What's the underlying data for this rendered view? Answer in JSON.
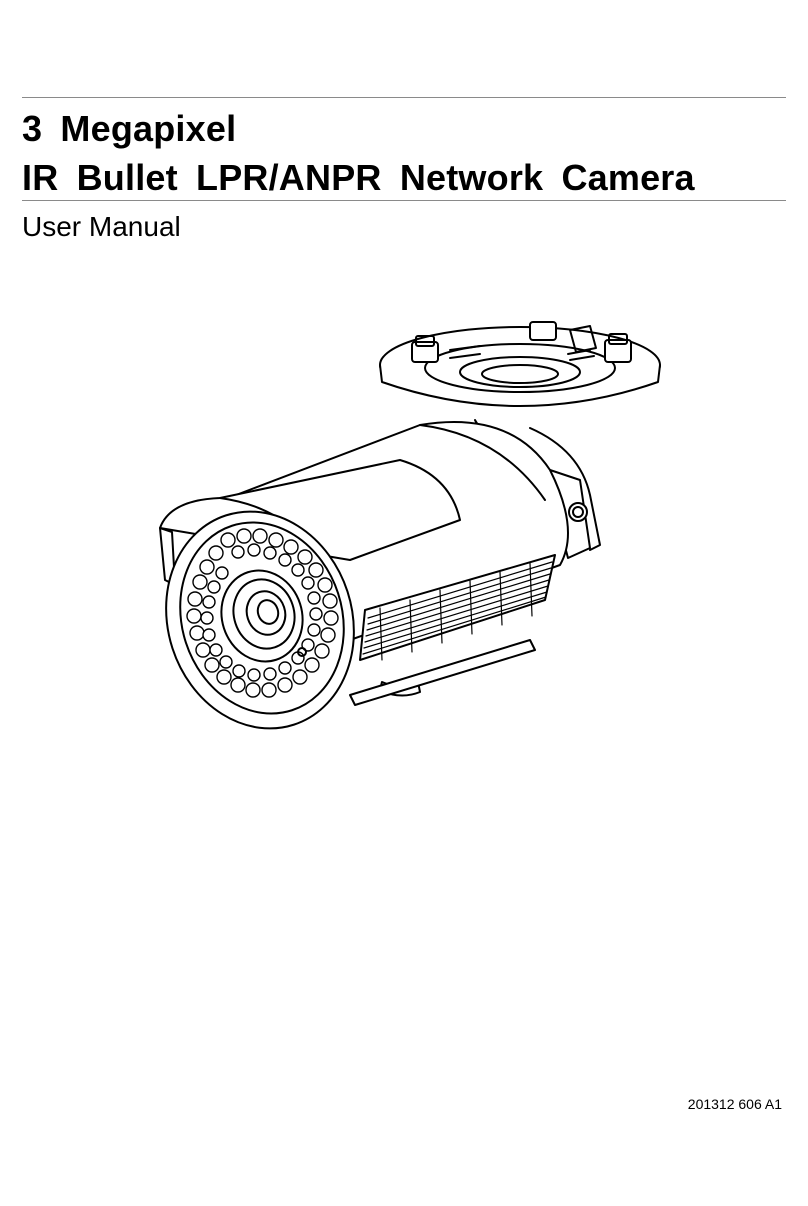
{
  "document": {
    "title_line1": "3 Megapixel",
    "title_line2": "IR Bullet LPR/ANPR Network Camera",
    "subtitle": "User Manual",
    "doc_code": "201312 606 A1"
  },
  "illustration": {
    "icon": "ir-bullet-camera-with-mount-bracket-icon",
    "stroke_color": "#000000",
    "fill_color": "#ffffff"
  }
}
